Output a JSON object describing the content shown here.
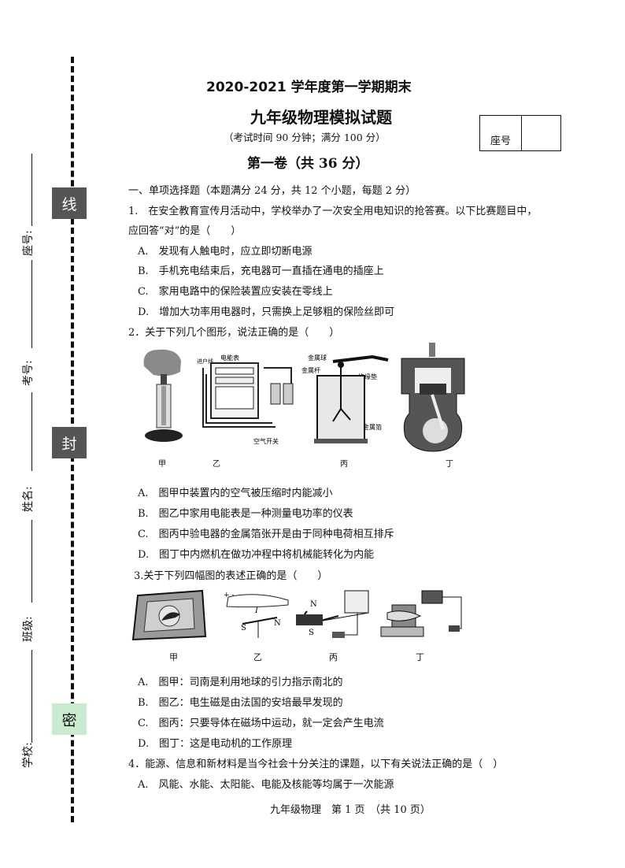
{
  "header": {
    "title_line1": "2020-2021 学年度第一学期期末",
    "title_line2": "九年级物理模拟试题",
    "subtitle": "（考试时间 90 分钟；满分 100 分）",
    "part_title": "第一卷（共 36 分）",
    "seat_box_label": "座号"
  },
  "binding": {
    "seals": [
      "线",
      "封",
      "密"
    ],
    "fields": [
      "座号:",
      "考号:",
      "姓名:",
      "班级:",
      "学校:"
    ]
  },
  "section1": {
    "heading": "一、单项选择题（本题满分 24 分，共 12 个小题，每题 2 分）"
  },
  "q1": {
    "stem_line1": "1.　在安全教育宣传月活动中，学校举办了一次安全用电知识的抢答赛。以下比赛题目中，",
    "stem_line2": "应回答“对”的是（　　）",
    "options": [
      "A.　发现有人触电时，应立即切断电源",
      "B.　手机充电结束后，充电器可一直插在通电的插座上",
      "C.　家用电路中的保险装置应安装在零线上",
      "D.　增加大功率用电器时，只需换上足够粗的保险丝即可"
    ]
  },
  "q2": {
    "stem": "2．关于下列几个图形，说法正确的是（　　）",
    "figure_labels": [
      "甲",
      "乙",
      "丙",
      "丁"
    ],
    "figure_notes": {
      "meter_label": "电能表",
      "household": "进户线",
      "switch": "空气开关",
      "ball": "金属球",
      "rod": "金属杆",
      "pad": "绝缘垫",
      "foil": "金属箔"
    },
    "options": [
      "A.　图甲中装置内的空气被压缩时内能减小",
      "B.　图乙中家用电能表是一种测量电功率的仪表",
      "C.　图丙中验电器的金属箔张开是由于同种电荷相互排斥",
      "D.　图丁中内燃机在做功冲程中将机械能转化为内能"
    ]
  },
  "q3": {
    "stem": "3.关于下列四幅图的表述正确的是（　　）",
    "figure_labels": [
      "甲",
      "乙",
      "丙",
      "丁"
    ],
    "options": [
      "A.　图甲：司南是利用地球的引力指示南北的",
      "B.　图乙：电生磁是由法国的安培最早发现的",
      "C.　图丙：只要导体在磁场中运动，就一定会产生电流",
      "D.　图丁：这是电动机的工作原理"
    ]
  },
  "q4": {
    "stem": "4．能源、信息和新材料是当今社会十分关注的课题，以下有关说法正确的是（　）",
    "options": [
      "A.　风能、水能、太阳能、电能及核能等均属于一次能源"
    ]
  },
  "footer": {
    "text": "九年级物理　第 1 页　（共 10 页）"
  }
}
